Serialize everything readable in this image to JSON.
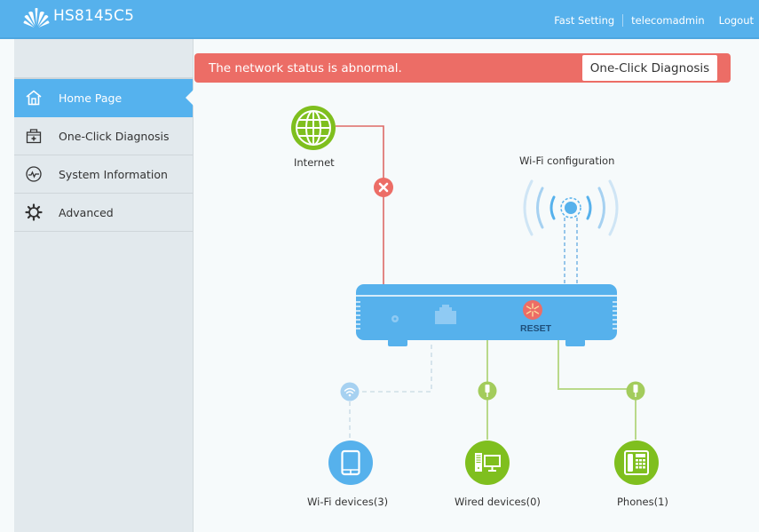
{
  "header": {
    "model": "HS8145C5",
    "links": {
      "fast_setting": "Fast Setting",
      "user": "telecomadmin",
      "logout": "Logout"
    }
  },
  "sidebar": {
    "items": [
      {
        "label": "Home Page",
        "icon": "home-icon",
        "active": true
      },
      {
        "label": "One-Click Diagnosis",
        "icon": "medical-kit-icon",
        "active": false
      },
      {
        "label": "System Information",
        "icon": "pulse-icon",
        "active": false
      },
      {
        "label": "Advanced",
        "icon": "gear-icon",
        "active": false
      }
    ]
  },
  "alert": {
    "message": "The network status is abnormal.",
    "button_label": "One-Click Diagnosis",
    "color": "#ec6d66"
  },
  "topology": {
    "internet": {
      "label": "Internet",
      "status": "disconnected"
    },
    "wifi_config": {
      "label": "Wi-Fi configuration"
    },
    "router": {
      "reset_label": "RESET"
    },
    "devices": [
      {
        "label": "Wi-Fi devices(3)",
        "icon": "tablet-icon",
        "color": "#56b1ec"
      },
      {
        "label": "Wired devices(0)",
        "icon": "desktop-computer-icon",
        "color": "#7fbf1e"
      },
      {
        "label": "Phones(1)",
        "icon": "telephone-icon",
        "color": "#7fbf1e"
      }
    ]
  },
  "colors": {
    "primary": "#56b1ec",
    "error": "#ec6d66",
    "ok": "#7fbf1e",
    "line_green": "#b9d98a"
  }
}
